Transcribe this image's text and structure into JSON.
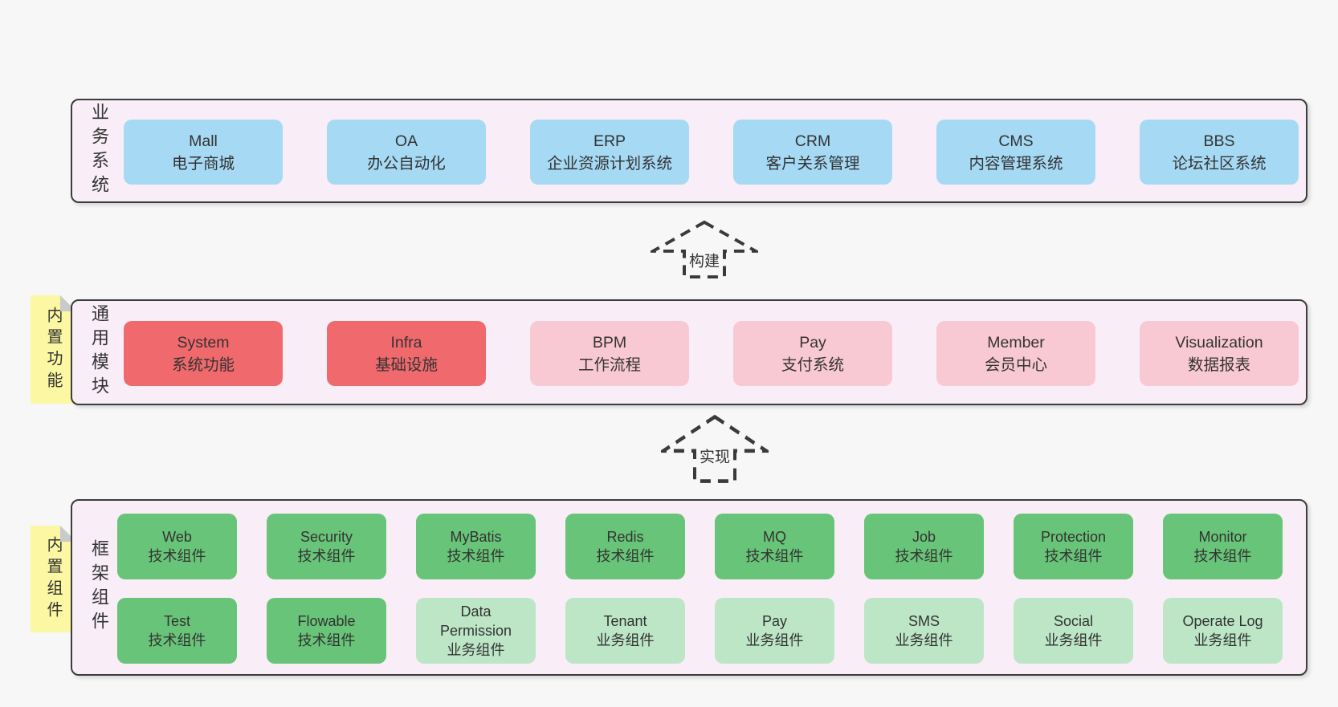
{
  "colors": {
    "page_bg": "#f7f7f7",
    "panel_bg": "#f9eef7",
    "panel_border": "#3c3c3c",
    "blue": "#a6d9f4",
    "red": "#f0696d",
    "pink": "#f9c9d3",
    "green": "#68c478",
    "green_light": "#bce6c6",
    "yellow": "#fbf7a2",
    "fold_gray": "#c8cacc",
    "arrow": "#3a3a3a",
    "text": "#333333"
  },
  "arrows": {
    "build": {
      "label": "构建"
    },
    "implement": {
      "label": "实现"
    }
  },
  "layers": {
    "business": {
      "label": "业务系统",
      "boxes": [
        {
          "title": "Mall",
          "subtitle": "电子商城"
        },
        {
          "title": "OA",
          "subtitle": "办公自动化"
        },
        {
          "title": "ERP",
          "subtitle": "企业资源计划系统"
        },
        {
          "title": "CRM",
          "subtitle": "客户关系管理"
        },
        {
          "title": "CMS",
          "subtitle": "内容管理系统"
        },
        {
          "title": "BBS",
          "subtitle": "论坛社区系统"
        }
      ]
    },
    "modules": {
      "label": "通用模块",
      "note": "内置功能",
      "boxes": [
        {
          "title": "System",
          "subtitle": "系统功能",
          "variant": "red"
        },
        {
          "title": "Infra",
          "subtitle": "基础设施",
          "variant": "red"
        },
        {
          "title": "BPM",
          "subtitle": "工作流程",
          "variant": "pink"
        },
        {
          "title": "Pay",
          "subtitle": "支付系统",
          "variant": "pink"
        },
        {
          "title": "Member",
          "subtitle": "会员中心",
          "variant": "pink"
        },
        {
          "title": "Visualization",
          "subtitle": "数据报表",
          "variant": "pink"
        }
      ]
    },
    "framework": {
      "label": "框架组件",
      "note": "内置组件",
      "row1": [
        {
          "title": "Web",
          "subtitle": "技术组件",
          "variant": "green"
        },
        {
          "title": "Security",
          "subtitle": "技术组件",
          "variant": "green"
        },
        {
          "title": "MyBatis",
          "subtitle": "技术组件",
          "variant": "green"
        },
        {
          "title": "Redis",
          "subtitle": "技术组件",
          "variant": "green"
        },
        {
          "title": "MQ",
          "subtitle": "技术组件",
          "variant": "green"
        },
        {
          "title": "Job",
          "subtitle": "技术组件",
          "variant": "green"
        },
        {
          "title": "Protection",
          "subtitle": "技术组件",
          "variant": "green"
        },
        {
          "title": "Monitor",
          "subtitle": "技术组件",
          "variant": "green"
        }
      ],
      "row2": [
        {
          "title": "Test",
          "subtitle": "技术组件",
          "variant": "green"
        },
        {
          "title": "Flowable",
          "subtitle": "技术组件",
          "variant": "green"
        },
        {
          "title": "Data Permission",
          "subtitle": "业务组件",
          "variant": "green-light"
        },
        {
          "title": "Tenant",
          "subtitle": "业务组件",
          "variant": "green-light"
        },
        {
          "title": "Pay",
          "subtitle": "业务组件",
          "variant": "green-light"
        },
        {
          "title": "SMS",
          "subtitle": "业务组件",
          "variant": "green-light"
        },
        {
          "title": "Social",
          "subtitle": "业务组件",
          "variant": "green-light"
        },
        {
          "title": "Operate Log",
          "subtitle": "业务组件",
          "variant": "green-light"
        }
      ]
    }
  }
}
